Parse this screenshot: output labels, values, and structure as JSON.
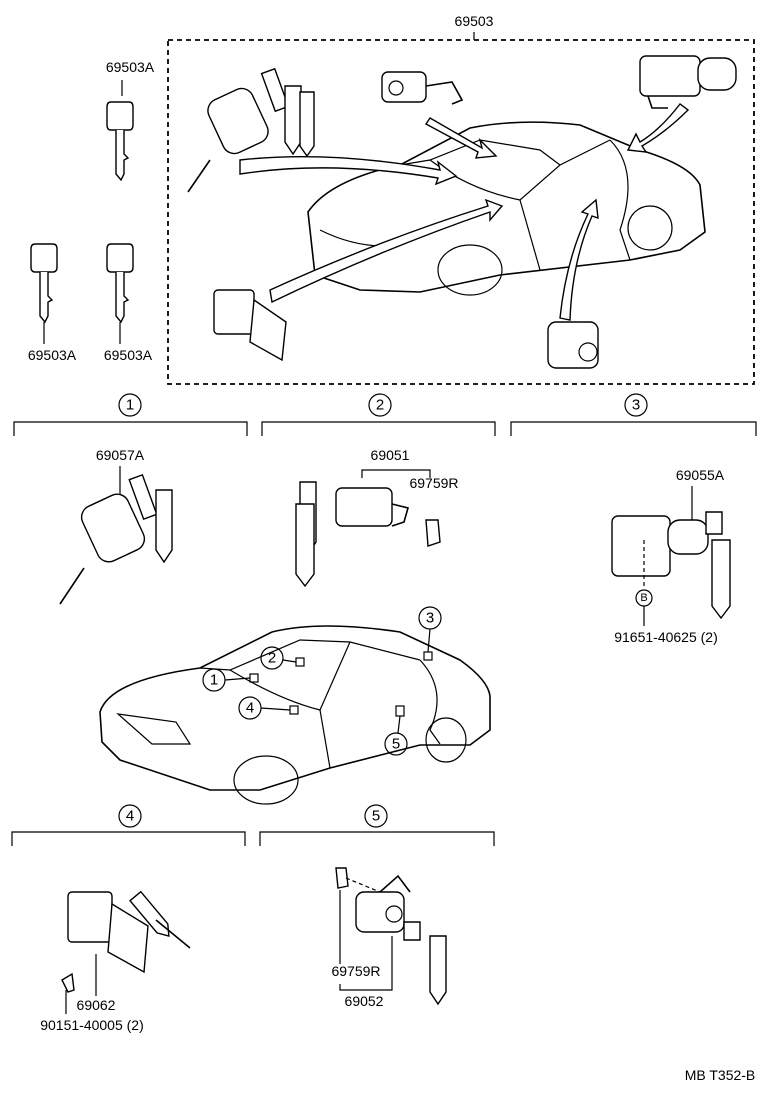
{
  "set_label": "69503",
  "keys": {
    "top": "69503A",
    "left": "69503A",
    "right": "69503A"
  },
  "sections": [
    {
      "number": "1",
      "parts": [
        "69057A"
      ]
    },
    {
      "number": "2",
      "parts": [
        "69051",
        "69759R"
      ]
    },
    {
      "number": "3",
      "parts": [
        "69055A",
        "91651-40625 (2)"
      ],
      "bolt_marker": "B"
    },
    {
      "number": "4",
      "parts": [
        "69062",
        "90151-40005 (2)"
      ]
    },
    {
      "number": "5",
      "parts": [
        "69759R",
        "69052"
      ]
    }
  ],
  "car_callouts": [
    "1",
    "2",
    "3",
    "4",
    "5"
  ],
  "diagram_code": "MB T352-B"
}
